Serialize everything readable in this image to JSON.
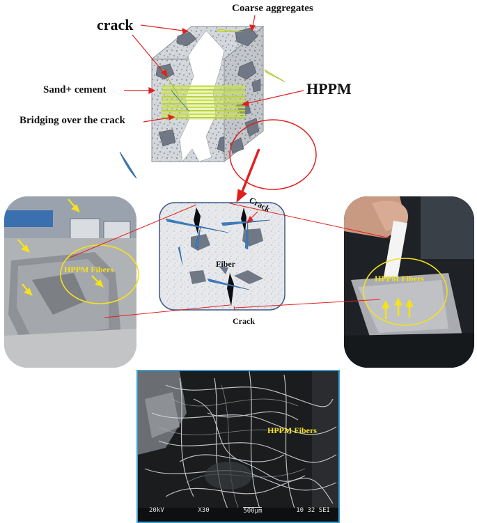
{
  "labels": {
    "coarse_aggregates": "Coarse aggregates",
    "crack": "crack",
    "sand_cement": "Sand+ cement",
    "hppm": "HPPM",
    "bridging": "Bridging over the crack",
    "detail_crack_top": "Crack",
    "detail_fiber": "Fiber",
    "detail_crack_bottom": "Crack",
    "left_photo_label": "HPPM Fibers",
    "right_photo_label": "HPPM Fibers",
    "sem_label": "HPPM Fibers"
  },
  "sem_scalebar": {
    "voltage": "20kV",
    "magnification": "X30",
    "scale": "500µm",
    "info": "10 32 SEI"
  },
  "colors": {
    "red_lines": "#e02020",
    "yellow_marks": "#f5e21a",
    "fiber_blue": "#3b7fc4",
    "aggregate_gray": "#6f7884",
    "hppm_green": "#c8e04a",
    "sem_frame": "#3ba0d8"
  }
}
